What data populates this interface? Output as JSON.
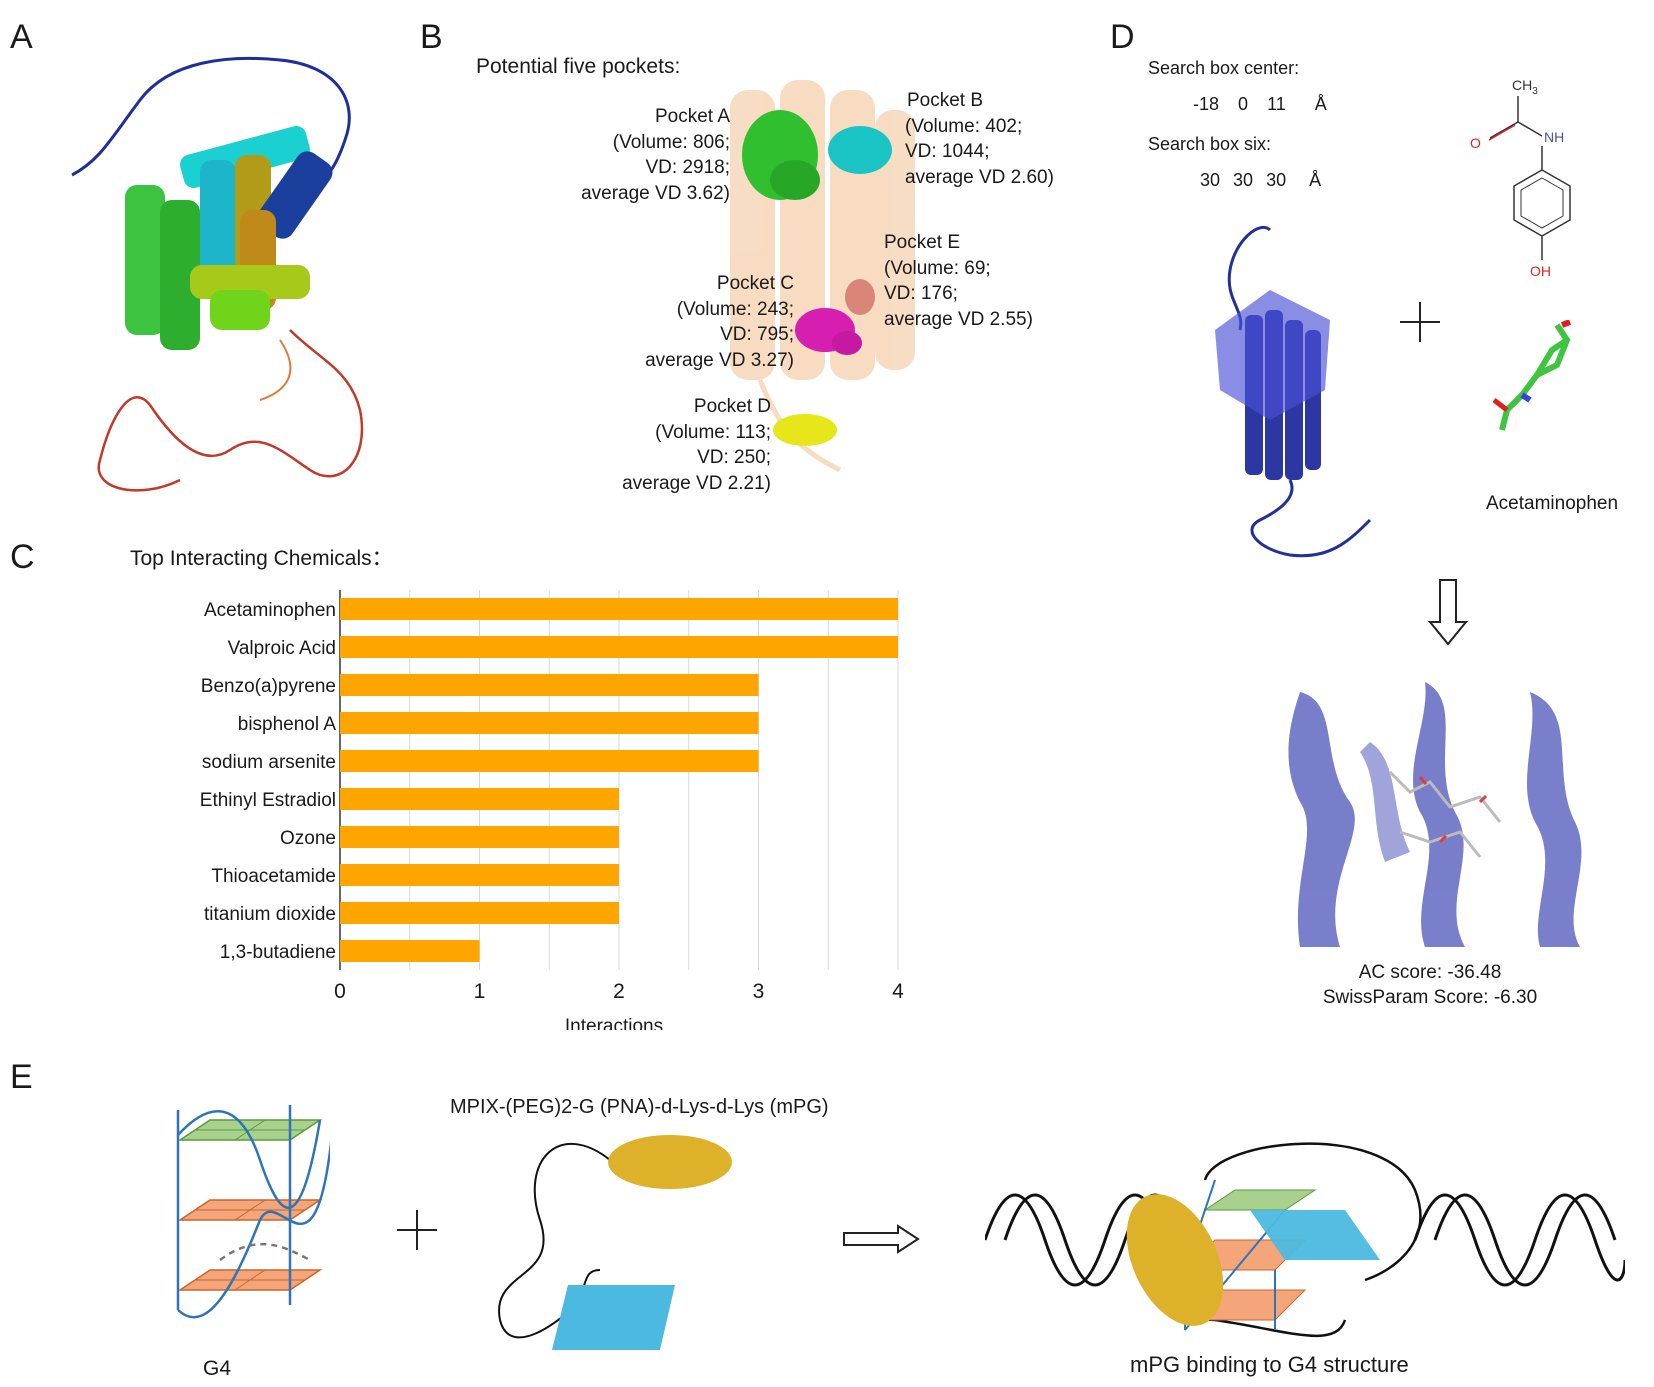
{
  "panels": {
    "a": "A",
    "b": "B",
    "c": "C",
    "d": "D",
    "e": "E"
  },
  "panel_b": {
    "title": "Potential five pockets:",
    "pocket_a": [
      "Pocket A",
      "(Volume: 806;",
      "VD: 2918;",
      "average VD 3.62)"
    ],
    "pocket_b": [
      "Pocket B",
      "(Volume: 402;",
      "VD: 1044;",
      "average VD 2.60)"
    ],
    "pocket_c": [
      "Pocket C",
      "(Volume: 243;",
      "VD: 795;",
      "average VD 3.27)"
    ],
    "pocket_d": [
      "Pocket D",
      "(Volume: 113;",
      "VD: 250;",
      "average VD 2.21)"
    ],
    "pocket_e": [
      "Pocket E",
      "(Volume: 69;",
      "VD: 176;",
      "average VD 2.55)"
    ]
  },
  "panel_d": {
    "center_label": "Search box center:",
    "center_values": [
      "-18",
      "0",
      "11"
    ],
    "size_label": "Search box six:",
    "size_values": [
      "30",
      "30",
      "30"
    ],
    "unit": "Å",
    "molecule_ch3": "CH",
    "molecule_ch3_sub": "3",
    "molecule_nh": "NH",
    "molecule_o": "O",
    "molecule_oh": "OH",
    "ligand_name": "Acetaminophen",
    "ac_score": "AC score: -36.48",
    "swissparam_score": "SwissParam Score: -6.30"
  },
  "panel_e": {
    "g4_label": "G4",
    "mpg_label": "MPIX-(PEG)2-G (PNA)-d-Lys-d-Lys (mPG)",
    "binding_label": "mPG binding to G4 structure"
  },
  "colors": {
    "bar": "#FFA500",
    "grid": "#d9d9d9",
    "protein_blue": "#5b63b0",
    "gold": "#ddb12a",
    "cyan": "#4cb9e0",
    "green_tile": "#a9d18e",
    "orange_tile": "#f4a57a",
    "g4_line": "#2e75b6"
  },
  "chart_data": {
    "type": "bar",
    "orientation": "horizontal",
    "title": "Top Interacting Chemicals：",
    "categories": [
      "Acetaminophen",
      "Valproic Acid",
      "Benzo(a)pyrene",
      "bisphenol A",
      "sodium arsenite",
      "Ethinyl Estradiol",
      "Ozone",
      "Thioacetamide",
      "titanium dioxide",
      "1,3-butadiene"
    ],
    "values": [
      4,
      4,
      3,
      3,
      3,
      2,
      2,
      2,
      2,
      1
    ],
    "xlabel": "Interactions",
    "xlim": [
      0,
      4
    ],
    "xticks": [
      "0",
      "1",
      "2",
      "3",
      "4"
    ],
    "grid": true
  }
}
